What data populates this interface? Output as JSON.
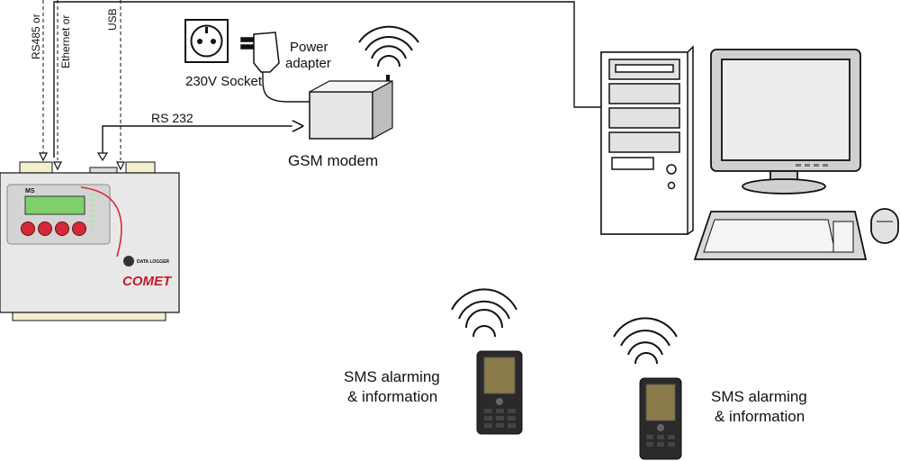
{
  "labels": {
    "rs485": "RS485 or",
    "ethernet": "Ethernet or",
    "usb": "USB",
    "rs232": "RS 232",
    "socket": "230V  Socket",
    "power_adapter_1": "Power",
    "power_adapter_2": "adapter",
    "gsm_modem": "GSM modem",
    "sms_left_1": "SMS alarming",
    "sms_left_2": "& information",
    "sms_right_1": "SMS alarming",
    "sms_right_2": "& information"
  },
  "device": {
    "brand_badge": "MS",
    "brand_line": "DATA LOGGER",
    "logo": "COMET"
  },
  "colors": {
    "line": "#111111",
    "device_body": "#e8e8e8",
    "display": "#7fcf6a",
    "buttons": "#d6283a",
    "case_green": "#7fbe7f",
    "monitor_screen": "#ededed"
  }
}
